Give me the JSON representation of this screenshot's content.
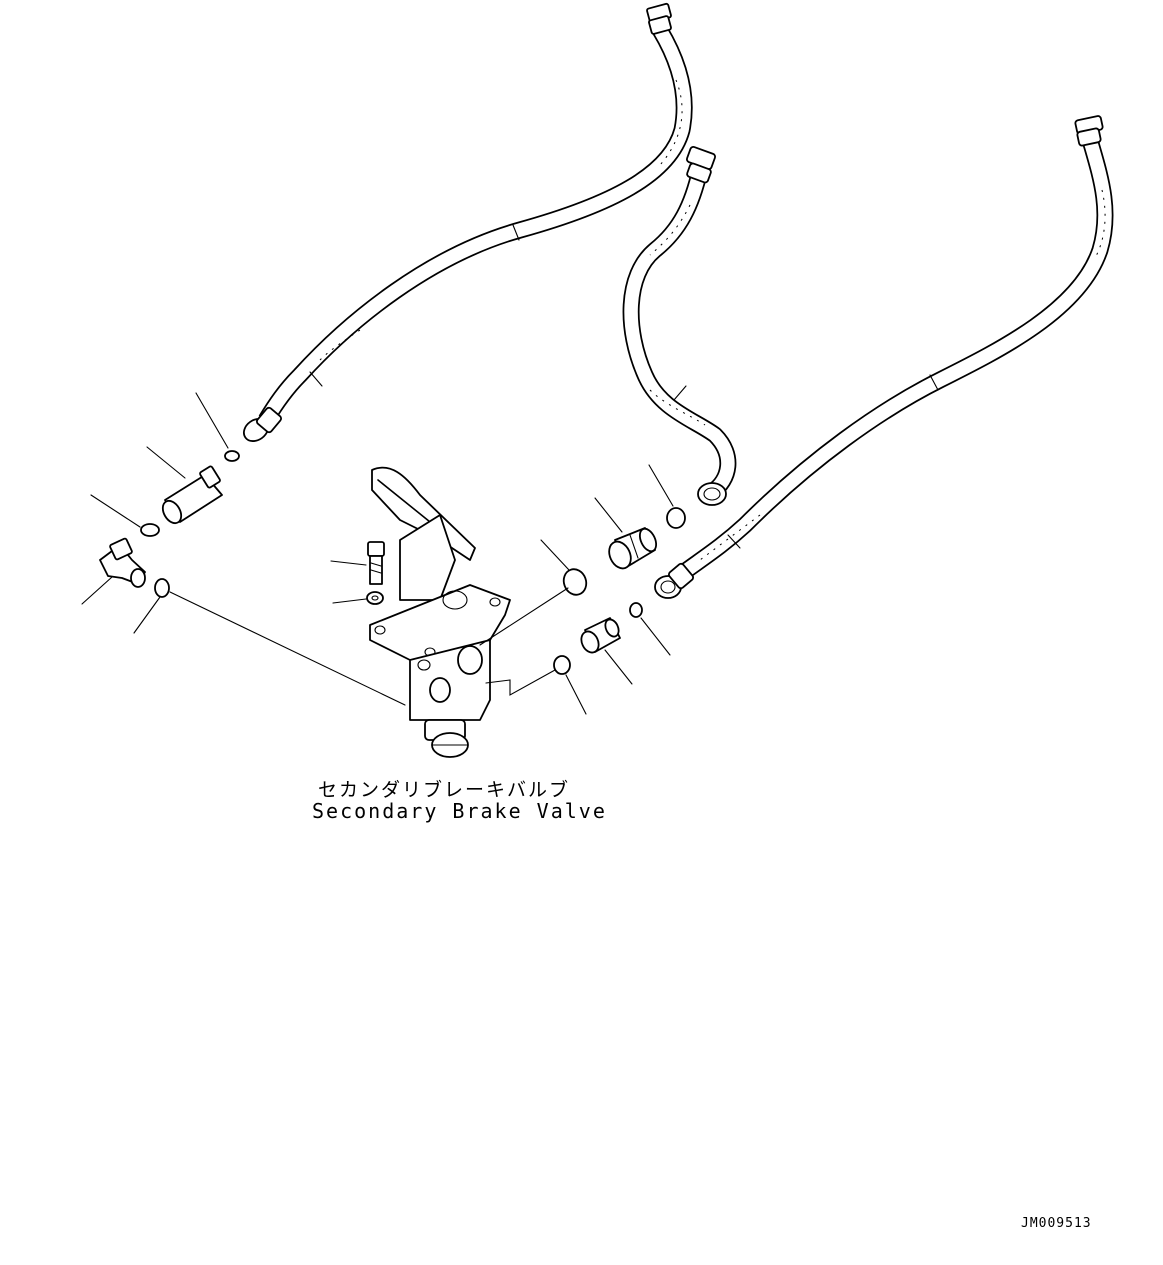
{
  "diagram": {
    "caption_jp": "セカンダリブレーキバルブ",
    "caption_en": "Secondary Brake Valve",
    "drawing_id": "JM009513"
  }
}
